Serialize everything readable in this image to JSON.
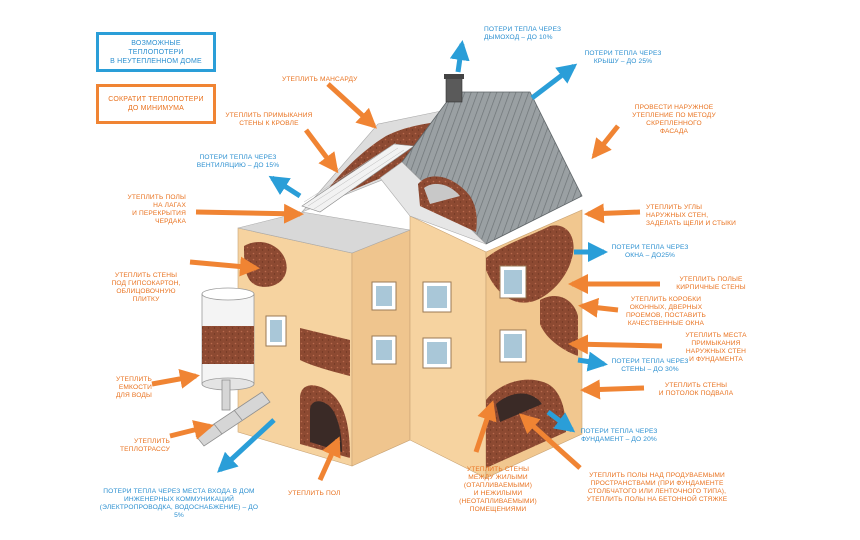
{
  "colors": {
    "orange": "#f08433",
    "blue": "#2a9ed8",
    "wall": "#f6d3a0",
    "wall_side": "#f1c78f",
    "brick": "#8d4a32",
    "roof": "#8f9598",
    "insulation": "#c8c8c8"
  },
  "legend": {
    "blue_box": "ВОЗМОЖНЫЕ ТЕПЛОПОТЕРИ\nВ НЕУТЕПЛЕННОМ ДОМЕ",
    "orange_box": "СОКРАТИТ ТЕПЛОПОТЕРИ\nДО МИНИМУМА"
  },
  "labels": {
    "chimney_loss": "ПОТЕРИ ТЕПЛА ЧЕРЕЗ\nДЫМОХОД – ДО 10%",
    "roof_loss": "ПОТЕРИ ТЕПЛА ЧЕРЕЗ\nКРЫШУ – ДО 25%",
    "attic": "УТЕПЛИТЬ МАНСАРДУ",
    "roof_junction": "УТЕПЛИТЬ ПРИМЫКАНИЯ\nСТЕНЫ К КРОВЛЕ",
    "facade": "ПРОВЕСТИ НАРУЖНОЕ\nУТЕПЛЕНИЕ ПО МЕТОДУ\nСКРЕПЛЕННОГО\nФАСАДА",
    "ventilation_loss": "ПОТЕРИ ТЕПЛА ЧЕРЕЗ\nВЕНТИЛЯЦИЮ – ДО 15%",
    "attic_floor": "УТЕПЛИТЬ ПОЛЫ\nНА ЛАГАХ\nИ ПЕРЕКРЫТИЯ\nЧЕРДАКА",
    "corners": "УТЕПЛИТЬ УГЛЫ\nНАРУЖНЫХ СТЕН,\nЗАДЕЛАТЬ ЩЕЛИ И СТЫКИ",
    "windows_loss": "ПОТЕРИ ТЕПЛА ЧЕРЕЗ\nОКНА – ДО25%",
    "drywall": "УТЕПЛИТЬ СТЕНЫ\nПОД ГИПСОКАРТОН,\nОБЛИЦОВОЧНУЮ\nПЛИТКУ",
    "brick_walls": "УТЕПЛИТЬ ПОЛЫЕ\nКИРПИЧНЫЕ СТЕНЫ",
    "window_boxes": "УТЕПЛИТЬ КОРОБКИ\nОКОННЫХ, ДВЕРНЫХ\nПРОЕМОВ, ПОСТАВИТЬ\nКАЧЕСТВЕННЫЕ ОКНА",
    "wall_junctions": "УТЕПЛИТЬ МЕСТА\nПРИМЫКАНИЯ\nНАРУЖНЫХ СТЕН\nИ ФУНДАМЕНТА",
    "walls_loss": "ПОТЕРИ ТЕПЛА ЧЕРЕЗ\nСТЕНЫ – ДО 30%",
    "water_tanks": "УТЕПЛИТЬ ЕМКОСТИ\nДЛЯ ВОДЫ",
    "basement": "УТЕПЛИТЬ СТЕНЫ\nИ ПОТОЛОК ПОДВАЛА",
    "foundation_loss": "ПОТЕРИ ТЕПЛА ЧЕРЕЗ\nФУНДАМЕНТ – ДО 20%",
    "heating_main": "УТЕПЛИТЬ\nТЕПЛОТРАССУ",
    "utility_loss": "ПОТЕРИ ТЕПЛА ЧЕРЕЗ МЕСТА ВХОДА В ДОМ\nИНЖЕНЕРНЫХ КОММУНИКАЦИЙ\n(ЭЛЕКТРОПРОВОДКА, ВОДОСНАБЖЕНИЕ) – ДО 5%",
    "floor": "УТЕПЛИТЬ ПОЛ",
    "interior_walls": "УТЕПЛИТЬ СТЕНЫ\nМЕЖДУ ЖИЛЫМИ\n(ОТАПЛИВАЕМЫМИ)\nИ НЕЖИЛЫМИ\n(НЕОТАПЛИВАЕМЫМИ)\nПОМЕЩЕНИЯМИ",
    "ventilated_floors": "УТЕПЛИТЬ ПОЛЫ НАД ПРОДУВАЕМЫМИ\nПРОСТРАНСТВАМИ (ПРИ ФУНДАМЕНТЕ\nСТОЛБЧАТОГО ИЛИ ЛЕНТОЧНОГО ТИПА),\nУТЕПЛИТЬ ПОЛЫ НА БЕТОННОЙ СТЯЖКЕ"
  }
}
